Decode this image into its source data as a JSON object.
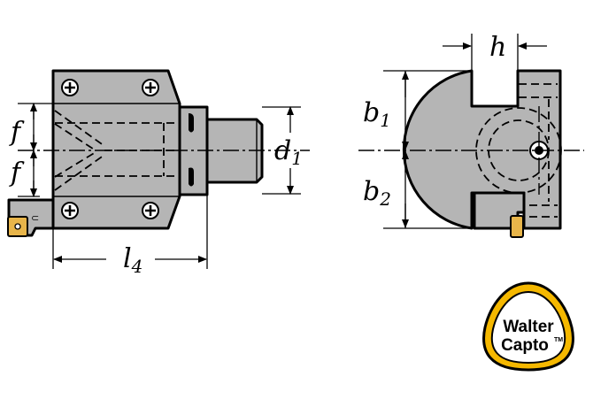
{
  "labels": {
    "f_upper": "f",
    "f_lower": "f",
    "d1_main": "d",
    "d1_sub": "1",
    "l4_main": "l",
    "l4_sub": "4",
    "h": "h",
    "b1_main": "b",
    "b1_sub": "1",
    "b2_main": "b",
    "b2_sub": "2"
  },
  "logo": {
    "line1": "Walter",
    "line2": "Capto",
    "tm": "TM"
  },
  "colors": {
    "part_fill": "#b5b5b5",
    "insert_fill": "#e8b54a",
    "logo_fill": "#f5b800",
    "line": "#000000"
  }
}
